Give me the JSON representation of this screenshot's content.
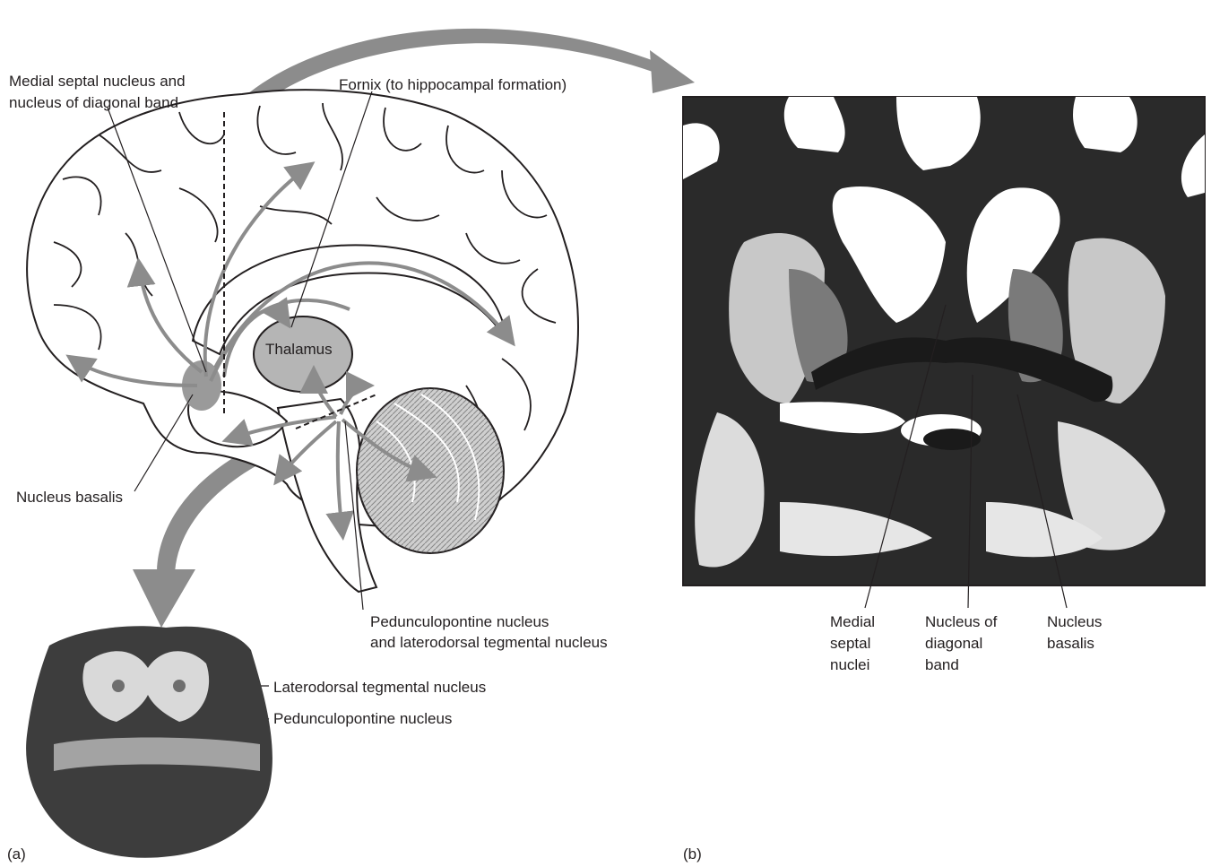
{
  "panel_a": {
    "label_medial_septal_line1": "Medial septal nucleus and",
    "label_medial_septal_line2": "nucleus of diagonal band",
    "label_fornix": "Fornix (to hippocampal formation)",
    "label_thalamus": "Thalamus",
    "label_nucleus_basalis": "Nucleus basalis",
    "label_ppn_ldt_line1": "Pedunculopontine nucleus",
    "label_ppn_ldt_line2": "and laterodorsal tegmental nucleus",
    "label_ldt": "Laterodorsal tegmental nucleus",
    "label_ppn": "Pedunculopontine nucleus",
    "panel_letter": "(a)"
  },
  "panel_b": {
    "label_medial_septal_1": "Medial",
    "label_medial_septal_2": "septal",
    "label_medial_septal_3": "nuclei",
    "label_diag_1": "Nucleus of",
    "label_diag_2": "diagonal",
    "label_diag_3": "band",
    "label_basalis_1": "Nucleus",
    "label_basalis_2": "basalis",
    "panel_letter": "(b)"
  },
  "colors": {
    "arrow_gray": "#8c8c8c",
    "nucleus_gray": "#9a9a9a",
    "line": "#231f20",
    "slice_dark": "#2a2a2a"
  }
}
